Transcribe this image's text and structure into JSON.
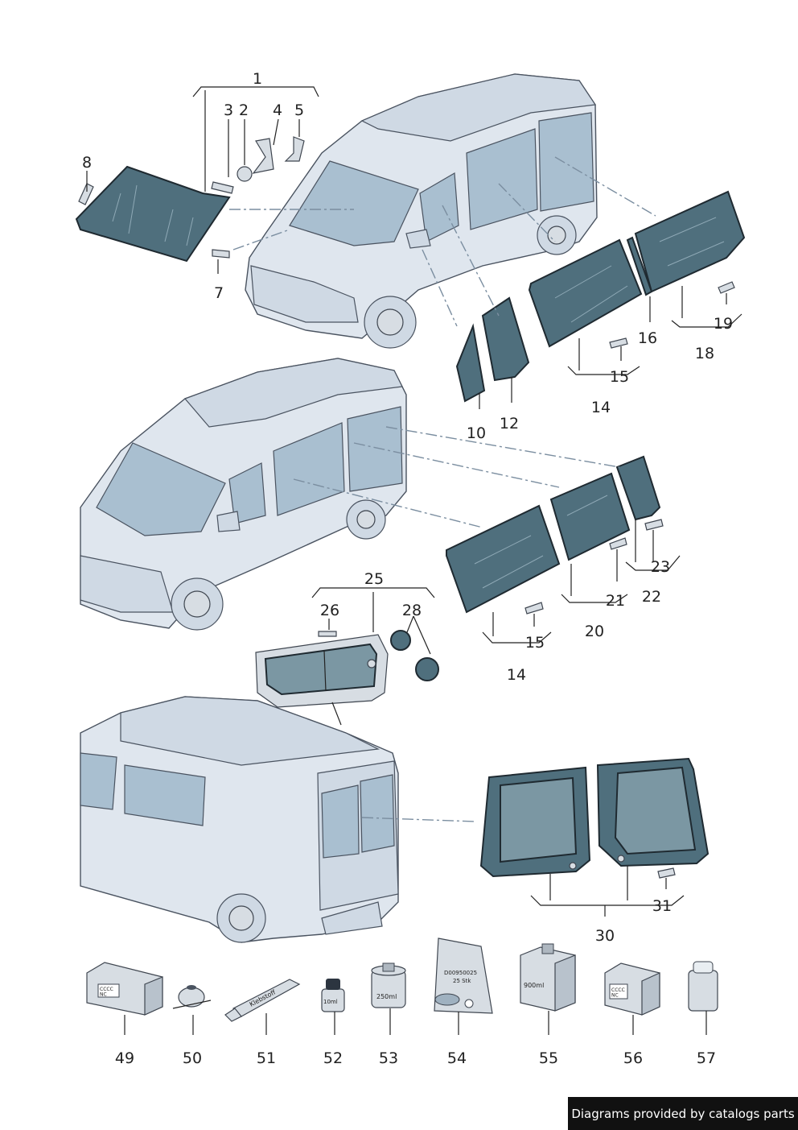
{
  "labels": {
    "l1": "1",
    "l2": "2",
    "l3": "3",
    "l4": "4",
    "l5": "5",
    "l7": "7",
    "l8": "8",
    "l10": "10",
    "l12": "12",
    "l14a": "14",
    "l15a": "15",
    "l16": "16",
    "l18": "18",
    "l19": "19",
    "l14b": "14",
    "l15b": "15",
    "l20": "20",
    "l21": "21",
    "l22": "22",
    "l23": "23",
    "l25": "25",
    "l26": "26",
    "l28": "28",
    "l30": "30",
    "l31": "31",
    "l49": "49",
    "l50": "50",
    "l51": "51",
    "l52": "52",
    "l53": "53",
    "l54": "54",
    "l55": "55",
    "l56": "56",
    "l57": "57"
  },
  "product_text": {
    "box49": "CCCC\nNC",
    "tube51": "Klebstoff",
    "bottle52": "10ml",
    "can53": "250ml",
    "bag54_line1": "D00950025",
    "bag54_line2": "25 Stk",
    "box55": "900ml",
    "box56": "CCCC\nNC"
  },
  "footer": {
    "text": "Diagrams provided by catalogs parts"
  }
}
